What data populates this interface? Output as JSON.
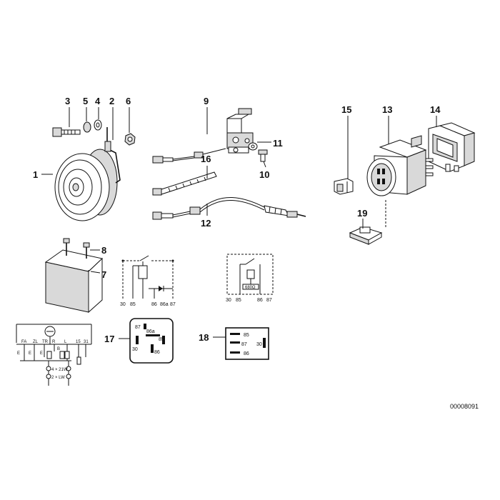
{
  "callouts": {
    "c1": "1",
    "c2": "2",
    "c3": "3",
    "c4": "4",
    "c5": "5",
    "c6": "6",
    "c7": "7",
    "c8": "8",
    "c9": "9",
    "c10": "10",
    "c11": "11",
    "c12": "12",
    "c13": "13",
    "c14": "14",
    "c15": "15",
    "c16": "16",
    "c17": "17",
    "c18": "18",
    "c19": "19"
  },
  "schematic_a": {
    "t30": "30",
    "t85": "85",
    "t86": "86",
    "t86a": "86a",
    "t87": "87"
  },
  "schematic_b": {
    "t30": "30",
    "t85": "85",
    "t86": "86",
    "t87": "87",
    "res": "680Ω"
  },
  "relay17": {
    "p87": "87",
    "p86a": "86a",
    "p85": "85",
    "p30": "30",
    "p86": "86"
  },
  "relay18": {
    "p85": "85",
    "p87": "87",
    "p30": "30",
    "p86": "86"
  },
  "wiring": {
    "labels": [
      "FA",
      "ZL",
      "TR",
      "R",
      "L",
      "15",
      "31"
    ],
    "e1": "E",
    "e2": "E",
    "e3": "E",
    "b1": "B",
    "lamp1": "4 × 21W",
    "lamp2": "2 × LW"
  },
  "reference": "00008091"
}
